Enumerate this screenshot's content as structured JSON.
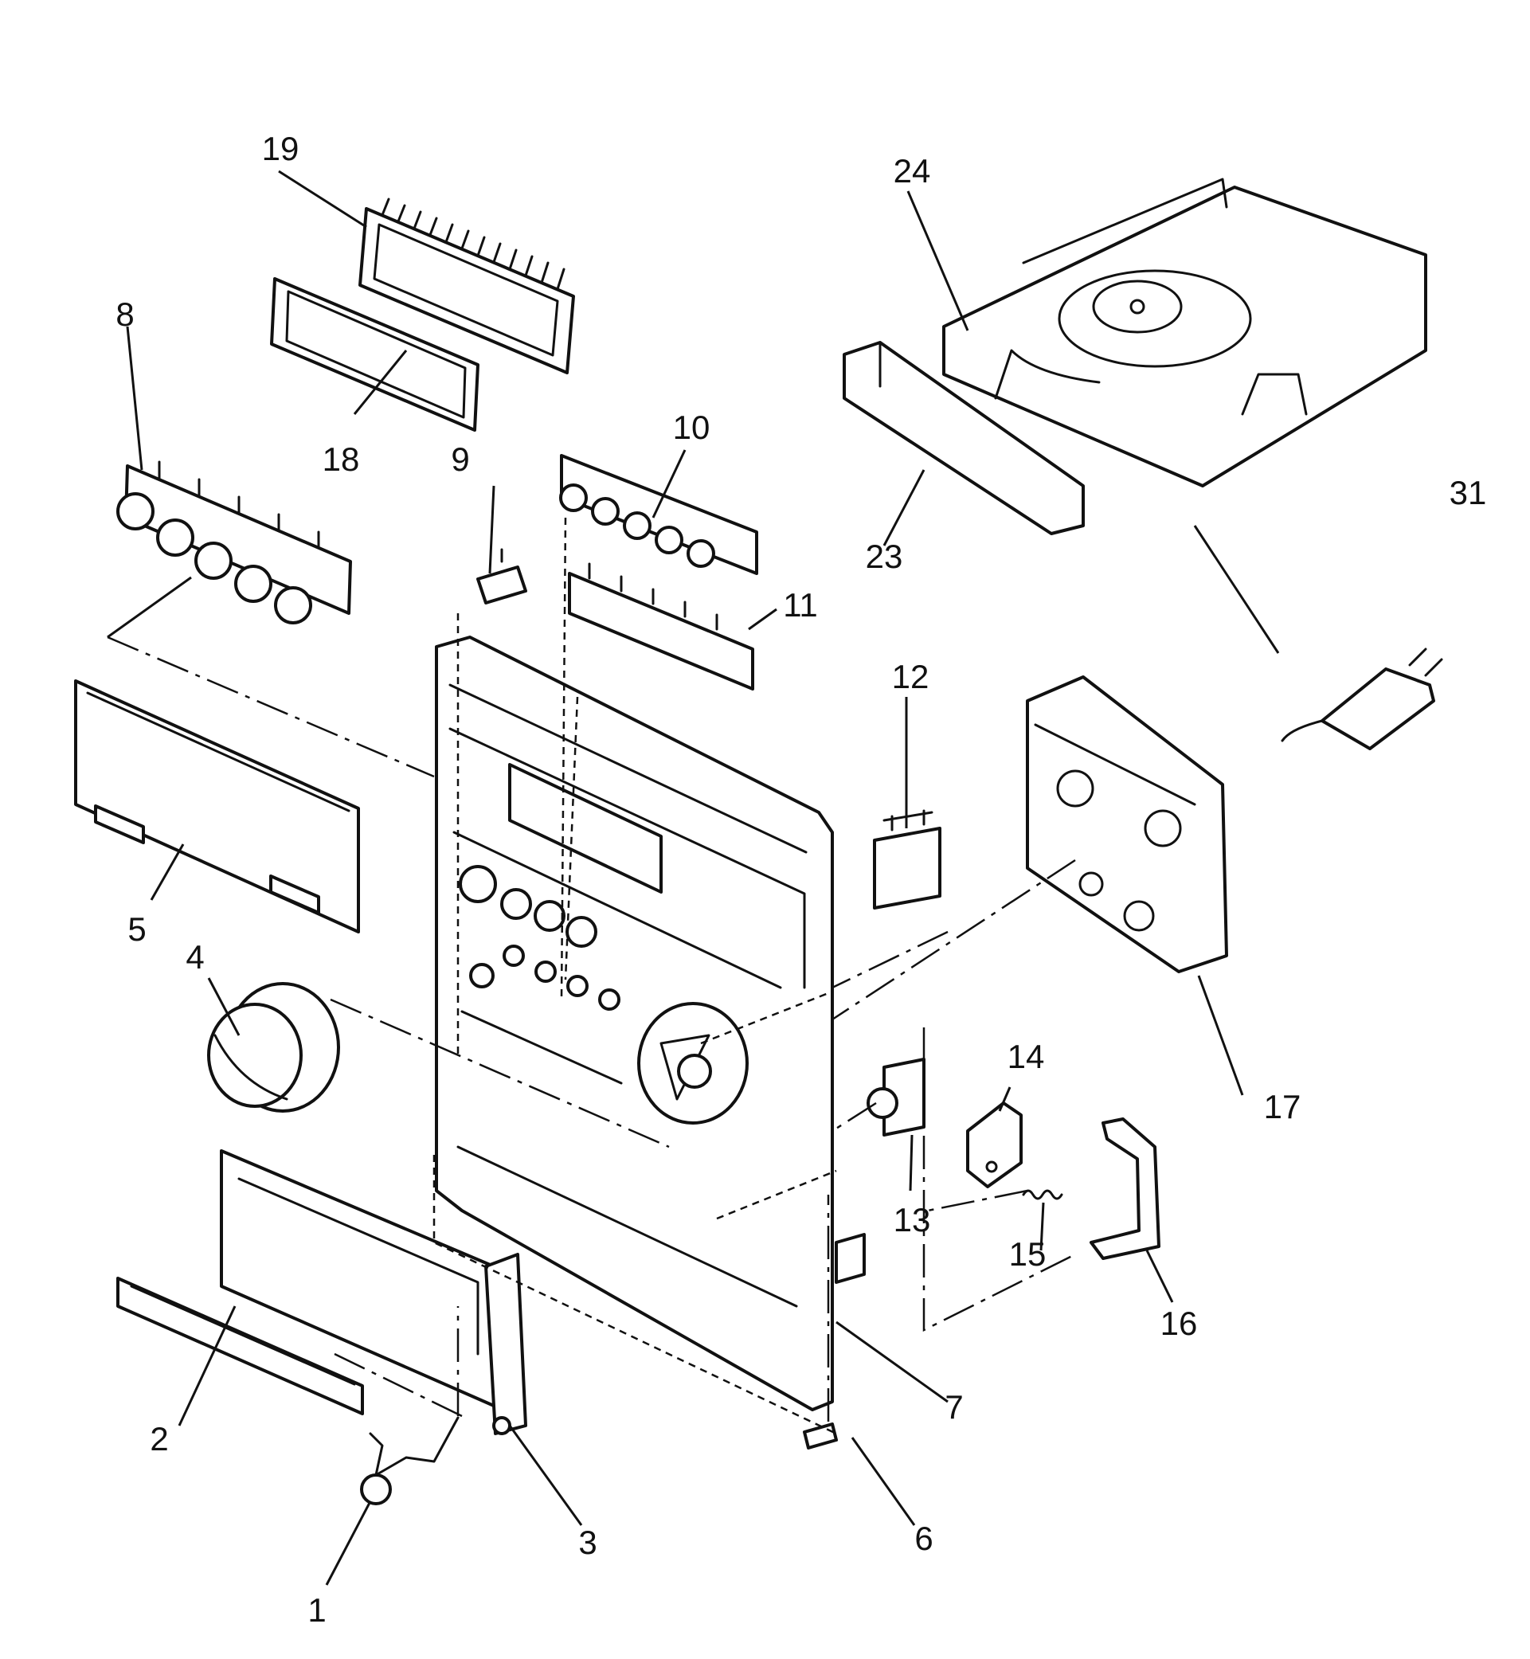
{
  "labels": {
    "p1": "1",
    "p2": "2",
    "p3": "3",
    "p4": "4",
    "p5": "5",
    "p6": "6",
    "p7": "7",
    "p8": "8",
    "p9": "9",
    "p10": "10",
    "p11": "11",
    "p12": "12",
    "p13": "13",
    "p14": "14",
    "p15": "15",
    "p16": "16",
    "p17": "17",
    "p18": "18",
    "p19": "19",
    "p23": "23",
    "p24": "24",
    "p31": "31"
  },
  "colors": {
    "ink": "#111111",
    "paper": "#ffffff"
  }
}
